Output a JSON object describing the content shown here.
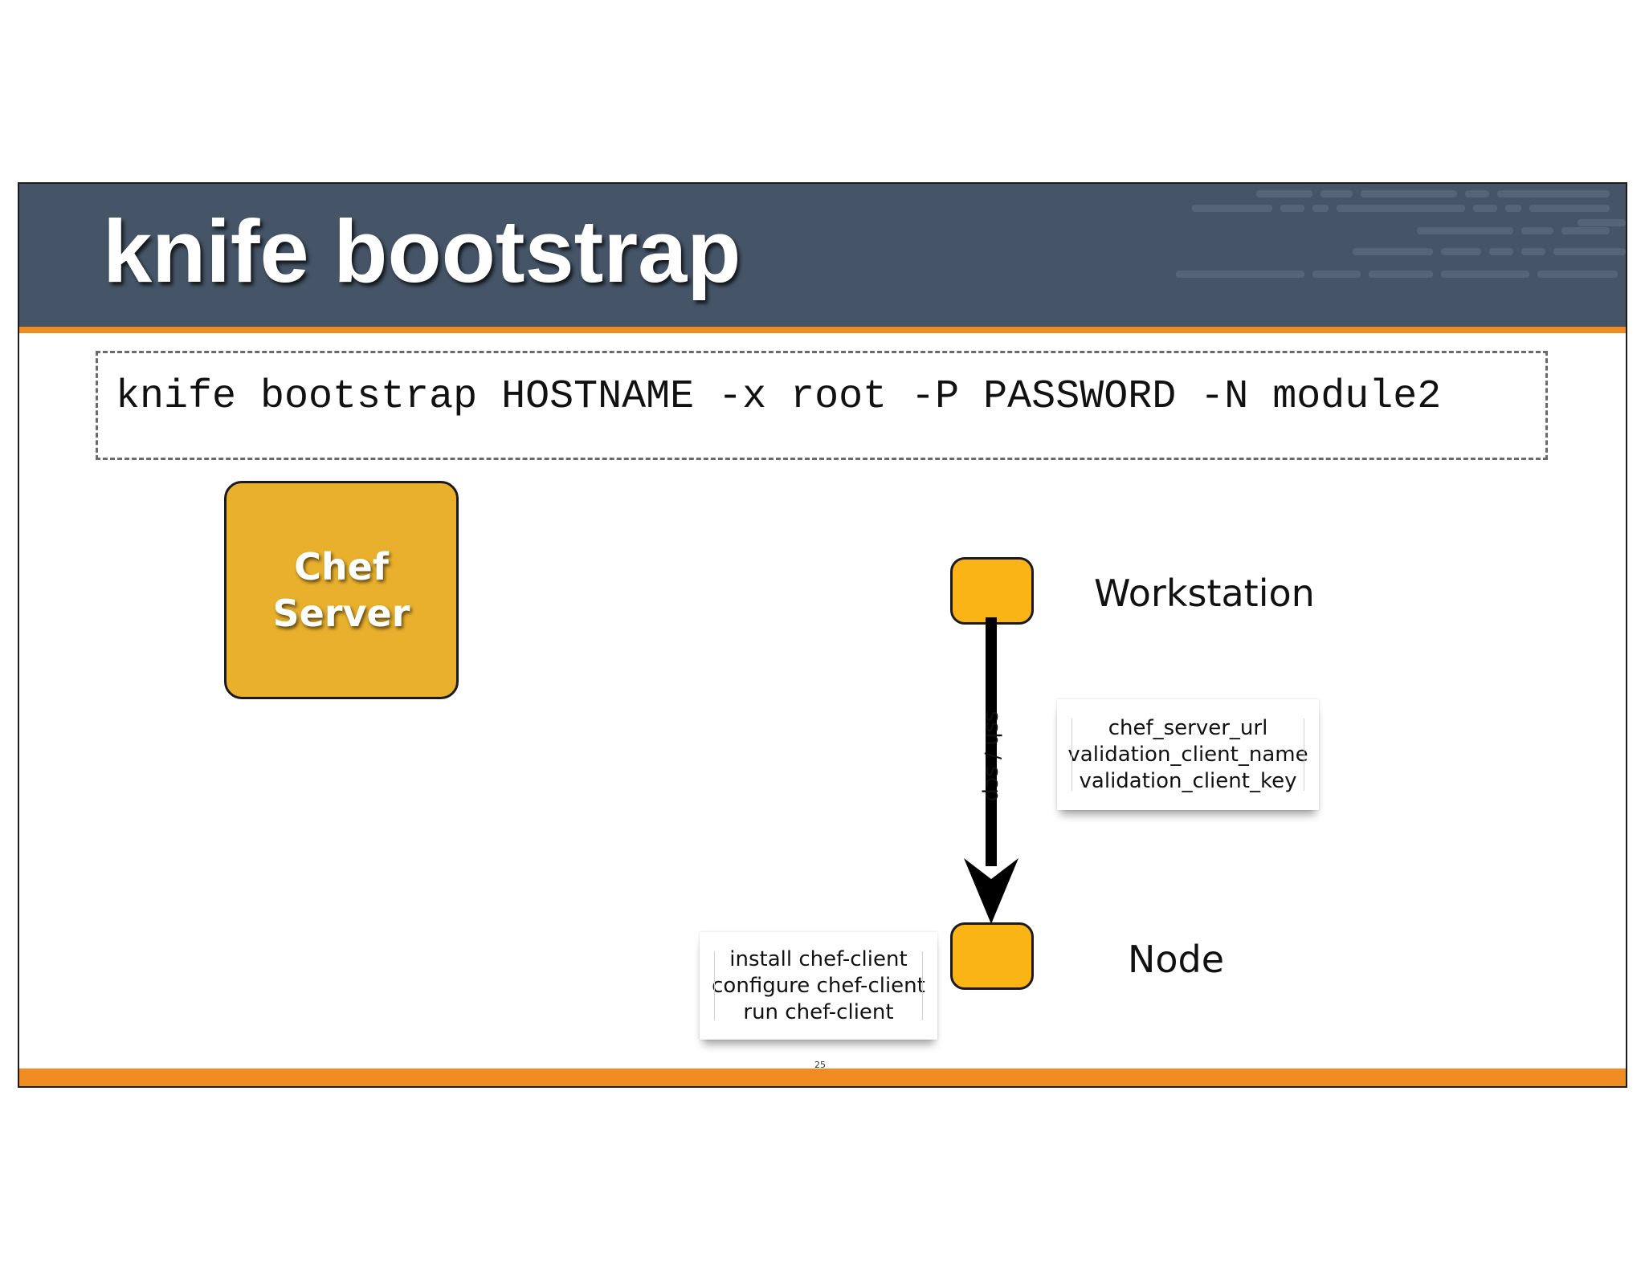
{
  "slide": {
    "title": "knife bootstrap",
    "command": "knife bootstrap HOSTNAME -x root -P PASSWORD -N module2",
    "page_number": "25"
  },
  "diagram": {
    "chef_server": {
      "label": "Chef\nServer"
    },
    "workstation": {
      "label": "Workstation"
    },
    "node": {
      "label": "Node"
    },
    "connection": {
      "label": "ssh / scp"
    },
    "config_note": {
      "lines": [
        "chef_server_url",
        "validation_client_name",
        "validation_client_key"
      ]
    },
    "tasks_note": {
      "lines": [
        "install chef-client",
        "configure chef-client",
        "run chef-client"
      ]
    }
  },
  "colors": {
    "header": "#455567",
    "accent_stripe": "#f08c22",
    "chef_server_fill": "#e8b02c",
    "node_fill": "#fbb416"
  }
}
